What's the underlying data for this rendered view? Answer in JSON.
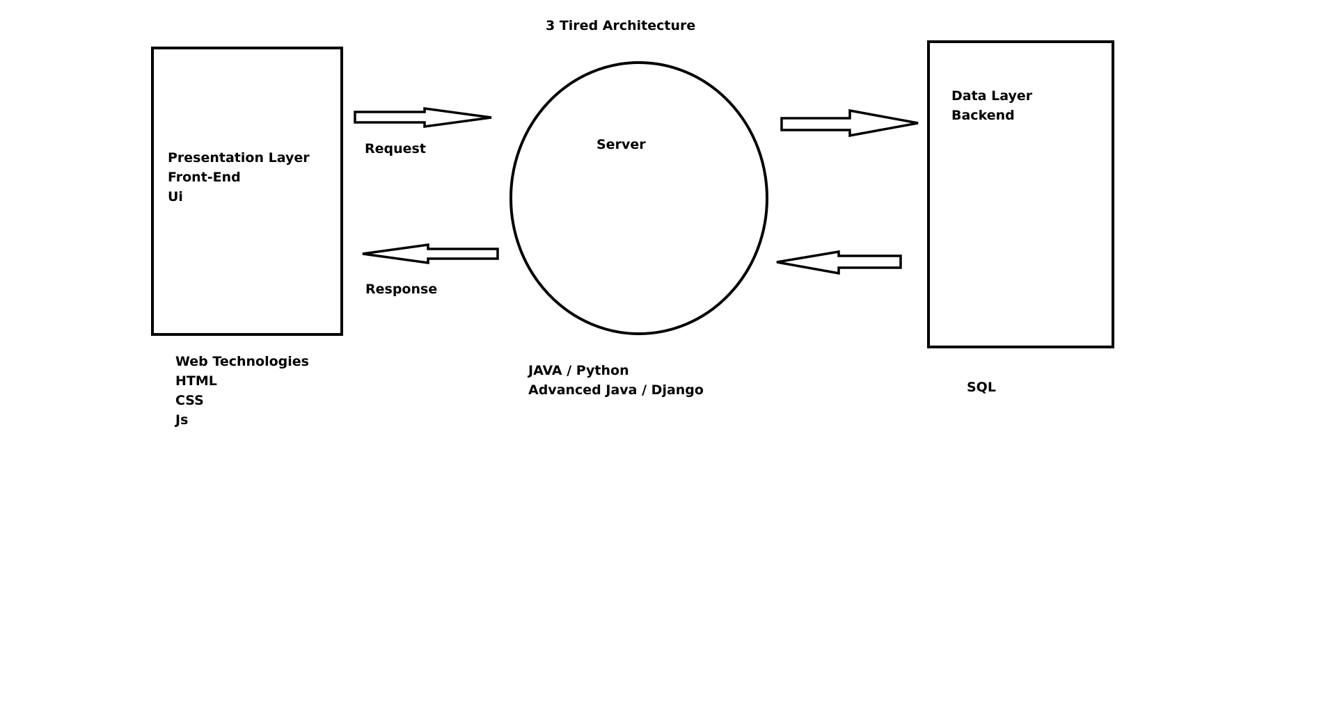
{
  "diagram": {
    "title": "3 Tired Architecture",
    "presentation": {
      "lines": [
        "Presentation Layer",
        "Front-End",
        "Ui"
      ],
      "tech": [
        "Web Technologies",
        "HTML",
        "CSS",
        "Js"
      ]
    },
    "server": {
      "label": "Server",
      "tech": [
        "JAVA / Python",
        "Advanced Java / Django"
      ]
    },
    "data": {
      "lines": [
        "Data Layer",
        "Backend"
      ],
      "tech": "SQL"
    },
    "arrows": {
      "request": "Request",
      "response": "Response"
    },
    "colors": {
      "stroke": "#000000",
      "background": "#ffffff"
    }
  }
}
